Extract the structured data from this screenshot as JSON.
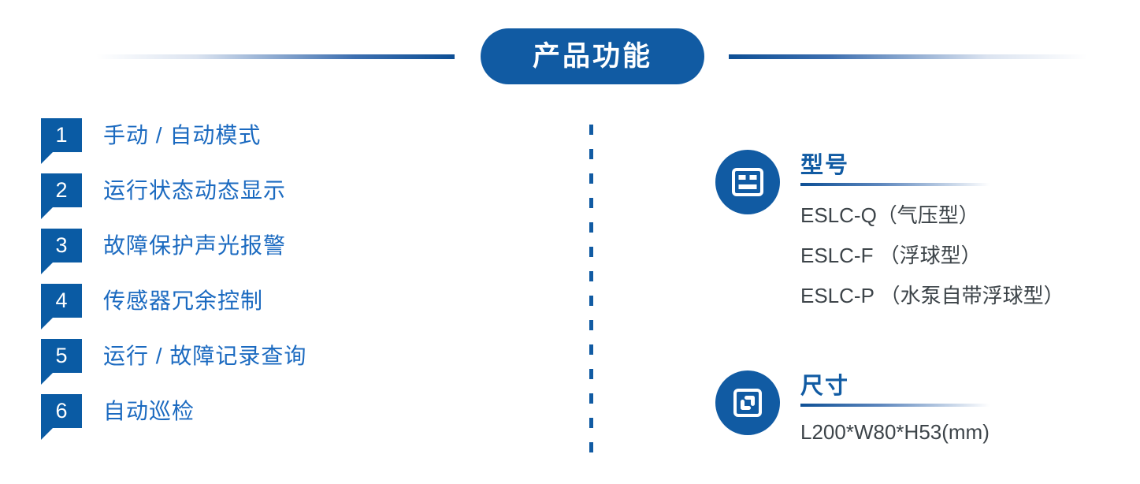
{
  "header": {
    "title": "产品功能",
    "pill_color": "#115ba3",
    "rule_color": "#0d4f95",
    "left_rule": "gradient-rule-left",
    "right_rule": "gradient-rule-right"
  },
  "divider": {
    "name": "vertical-dashed-divider",
    "color": "#115ba3"
  },
  "features": {
    "badge_color": "#0a5ba4",
    "label_color": "#1b6ac0",
    "items": [
      {
        "num": "1",
        "label": "手动 / 自动模式"
      },
      {
        "num": "2",
        "label": "运行状态动态显示"
      },
      {
        "num": "3",
        "label": "故障保护声光报警"
      },
      {
        "num": "4",
        "label": "传感器冗余控制"
      },
      {
        "num": "5",
        "label": "运行 / 故障记录查询"
      },
      {
        "num": "6",
        "label": "自动巡检"
      }
    ]
  },
  "info": {
    "icon_bg": "#115ba3",
    "heading_color": "#115ba3",
    "text_color": "#3d4449",
    "model": {
      "icon": "id-card-icon",
      "heading": "型号",
      "lines": [
        "ESLC-Q（气压型）",
        "ESLC-F （浮球型）",
        "ESLC-P （水泵自带浮球型）"
      ]
    },
    "size": {
      "icon": "resize-expand-icon",
      "heading": "尺寸",
      "lines": [
        "L200*W80*H53(mm)"
      ]
    }
  }
}
